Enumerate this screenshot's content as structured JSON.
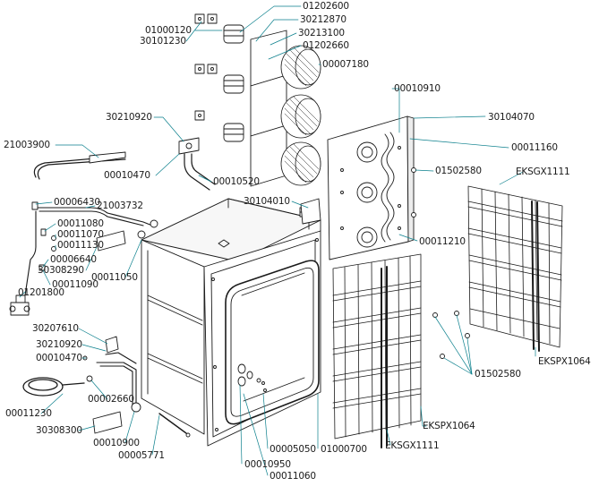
{
  "colors": {
    "line": "#1a1a1a",
    "leader": "#0a7f8c",
    "fill": "#ffffff",
    "shade": "#e6e6e6"
  },
  "parts": [
    {
      "id": "p01202600",
      "code": "01202600"
    },
    {
      "id": "p01000120",
      "code": "01000120"
    },
    {
      "id": "p30212870",
      "code": "30212870"
    },
    {
      "id": "p30101230",
      "code": "30101230"
    },
    {
      "id": "p30213100",
      "code": "30213100"
    },
    {
      "id": "p01202660",
      "code": "01202660"
    },
    {
      "id": "p00007180",
      "code": "00007180"
    },
    {
      "id": "p00010910",
      "code": "00010910"
    },
    {
      "id": "p30210920a",
      "code": "30210920"
    },
    {
      "id": "p30104070",
      "code": "30104070"
    },
    {
      "id": "p21003900",
      "code": "21003900"
    },
    {
      "id": "p00011160",
      "code": "00011160"
    },
    {
      "id": "p00010470a",
      "code": "00010470"
    },
    {
      "id": "p00010520",
      "code": "00010520"
    },
    {
      "id": "p01502580a",
      "code": "01502580"
    },
    {
      "id": "pEKSGX1111a",
      "code": "EKSGX1111"
    },
    {
      "id": "p30104010",
      "code": "30104010"
    },
    {
      "id": "p00006430",
      "code": "00006430"
    },
    {
      "id": "p21003732",
      "code": "21003732"
    },
    {
      "id": "p00011080",
      "code": "00011080"
    },
    {
      "id": "p00011070",
      "code": "00011070"
    },
    {
      "id": "p00011130",
      "code": "00011130"
    },
    {
      "id": "p00011210",
      "code": "00011210"
    },
    {
      "id": "p00006640",
      "code": "00006640"
    },
    {
      "id": "p30308290",
      "code": "30308290"
    },
    {
      "id": "p00011050",
      "code": "00011050"
    },
    {
      "id": "p00011090",
      "code": "00011090"
    },
    {
      "id": "p01201800",
      "code": "01201800"
    },
    {
      "id": "p30207610",
      "code": "30207610"
    },
    {
      "id": "p30210920b",
      "code": "30210920"
    },
    {
      "id": "p00010470b",
      "code": "00010470"
    },
    {
      "id": "p01502580b",
      "code": "01502580"
    },
    {
      "id": "pEKSPX1064a",
      "code": "EKSPX1064"
    },
    {
      "id": "p00002660",
      "code": "00002660"
    },
    {
      "id": "p00011230",
      "code": "00011230"
    },
    {
      "id": "p30308300",
      "code": "30308300"
    },
    {
      "id": "pEKSPX1064b",
      "code": "EKSPX1064"
    },
    {
      "id": "p00010900",
      "code": "00010900"
    },
    {
      "id": "p00005771",
      "code": "00005771"
    },
    {
      "id": "p00005050",
      "code": "00005050"
    },
    {
      "id": "p01000700",
      "code": "01000700"
    },
    {
      "id": "pEKSGX1111b",
      "code": "EKSGX1111"
    },
    {
      "id": "p00010950",
      "code": "00010950"
    },
    {
      "id": "p00011060",
      "code": "00011060"
    }
  ]
}
